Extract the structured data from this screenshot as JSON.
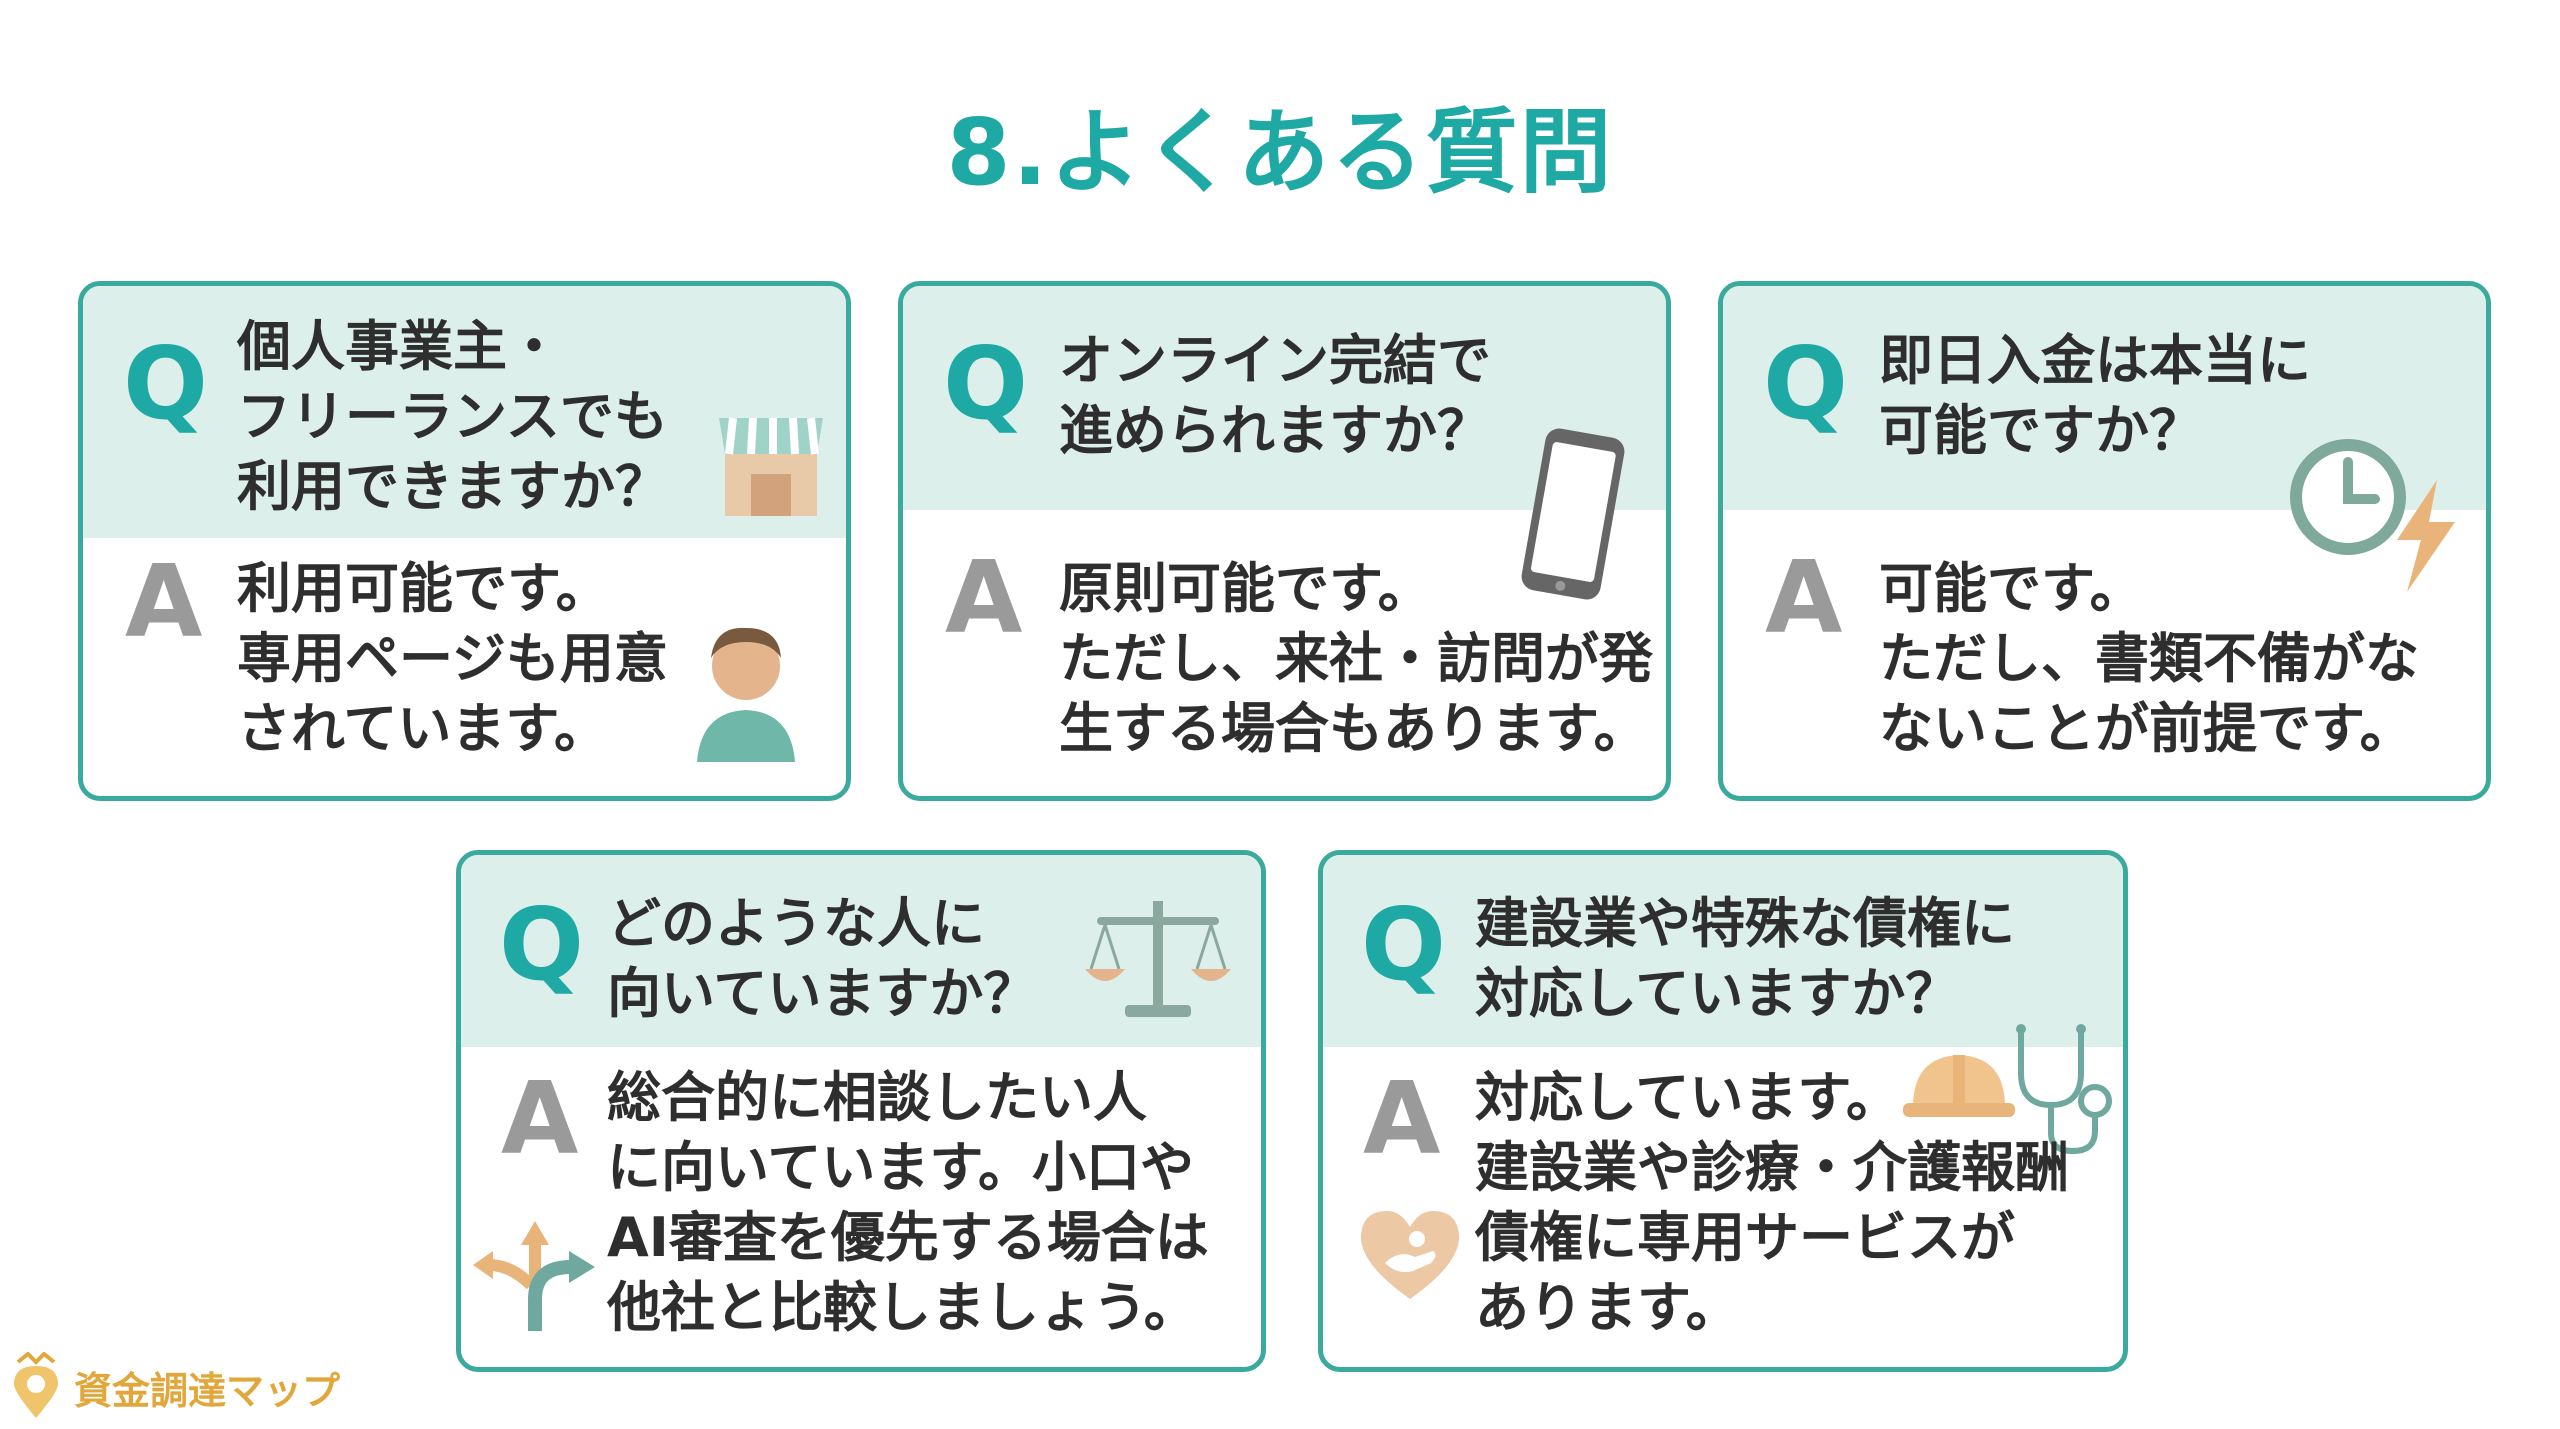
{
  "title": "8.よくある質問",
  "q_label": "Q",
  "a_label": "A",
  "faqs": [
    {
      "question": "個人事業主・\nフリーランスでも\n利用できますか？",
      "answer": "利用可能です。\n専用ページも用意\nされています。",
      "icons": [
        "shop-icon",
        "person-icon"
      ]
    },
    {
      "question": "オンライン完結で\n進められますか？",
      "answer": "原則可能です。\nただし、来社・訪問が発\n生する場合もあります。",
      "icons": [
        "smartphone-icon"
      ]
    },
    {
      "question": "即日入金は本当に\n可能ですか？",
      "answer": "可能です。\nただし、書類不備がな\nないことが前提です。",
      "icons": [
        "clock-icon",
        "lightning-icon"
      ]
    },
    {
      "question": "どのような人に\n向いていますか？",
      "answer": "総合的に相談したい人\nに向いています。小口や\nAI審査を優先する場合は\n他社と比較しましょう。",
      "icons": [
        "scale-icon",
        "branching-arrows-icon"
      ]
    },
    {
      "question": "建設業や特殊な債権に\n対応していますか？",
      "answer": "対応しています。\n建設業や診療・介護報酬\n債権に専用サービスが\nあります。",
      "icons": [
        "hard-hat-icon",
        "stethoscope-icon",
        "heart-hand-icon"
      ]
    }
  ],
  "brand": {
    "name": "資金調達マップ"
  },
  "colors": {
    "accent": "#1fa9a4",
    "border": "#3aa99e",
    "band": "#dcefeb",
    "brand": "#e2a73b"
  }
}
